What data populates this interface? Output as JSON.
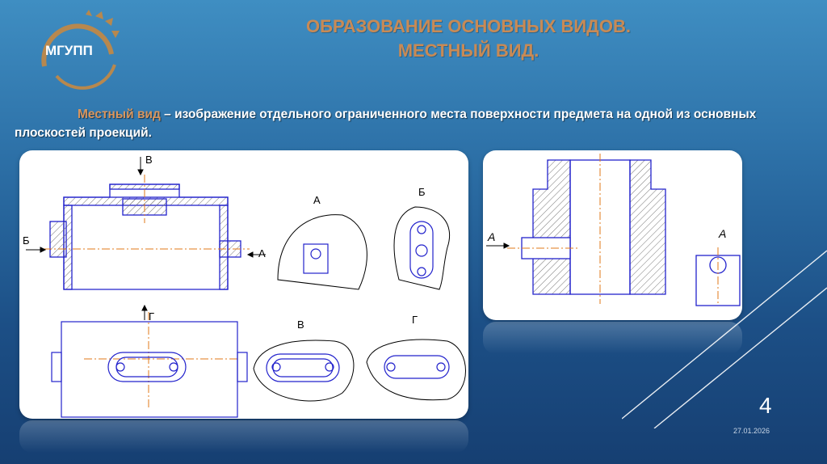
{
  "logo": {
    "text": "МГУПП"
  },
  "title": {
    "line1": "ОБРАЗОВАНИЕ ОСНОВНЫХ ВИДОВ.",
    "line2": "МЕСТНЫЙ ВИД."
  },
  "definition": {
    "term": "Местный вид",
    "text": " – изображение отдельного ограниченного места поверхности предмета на одной из основных плоскостей проекций."
  },
  "drawing_left": {
    "labels": {
      "b_arrow": "Б",
      "a_arrow": "А",
      "v_arrow": "В",
      "g_arrow": "Г",
      "view_a": "А",
      "view_b": "Б",
      "view_v": "В",
      "view_g": "Г"
    }
  },
  "drawing_right": {
    "labels": {
      "a_arrow": "А",
      "view_a": "А"
    }
  },
  "footer": {
    "page_number": "4",
    "date": "27.01.2026"
  },
  "colors": {
    "accent": "#c88a55",
    "line_blue": "#2222cc",
    "axis_orange": "#e07a1a"
  }
}
